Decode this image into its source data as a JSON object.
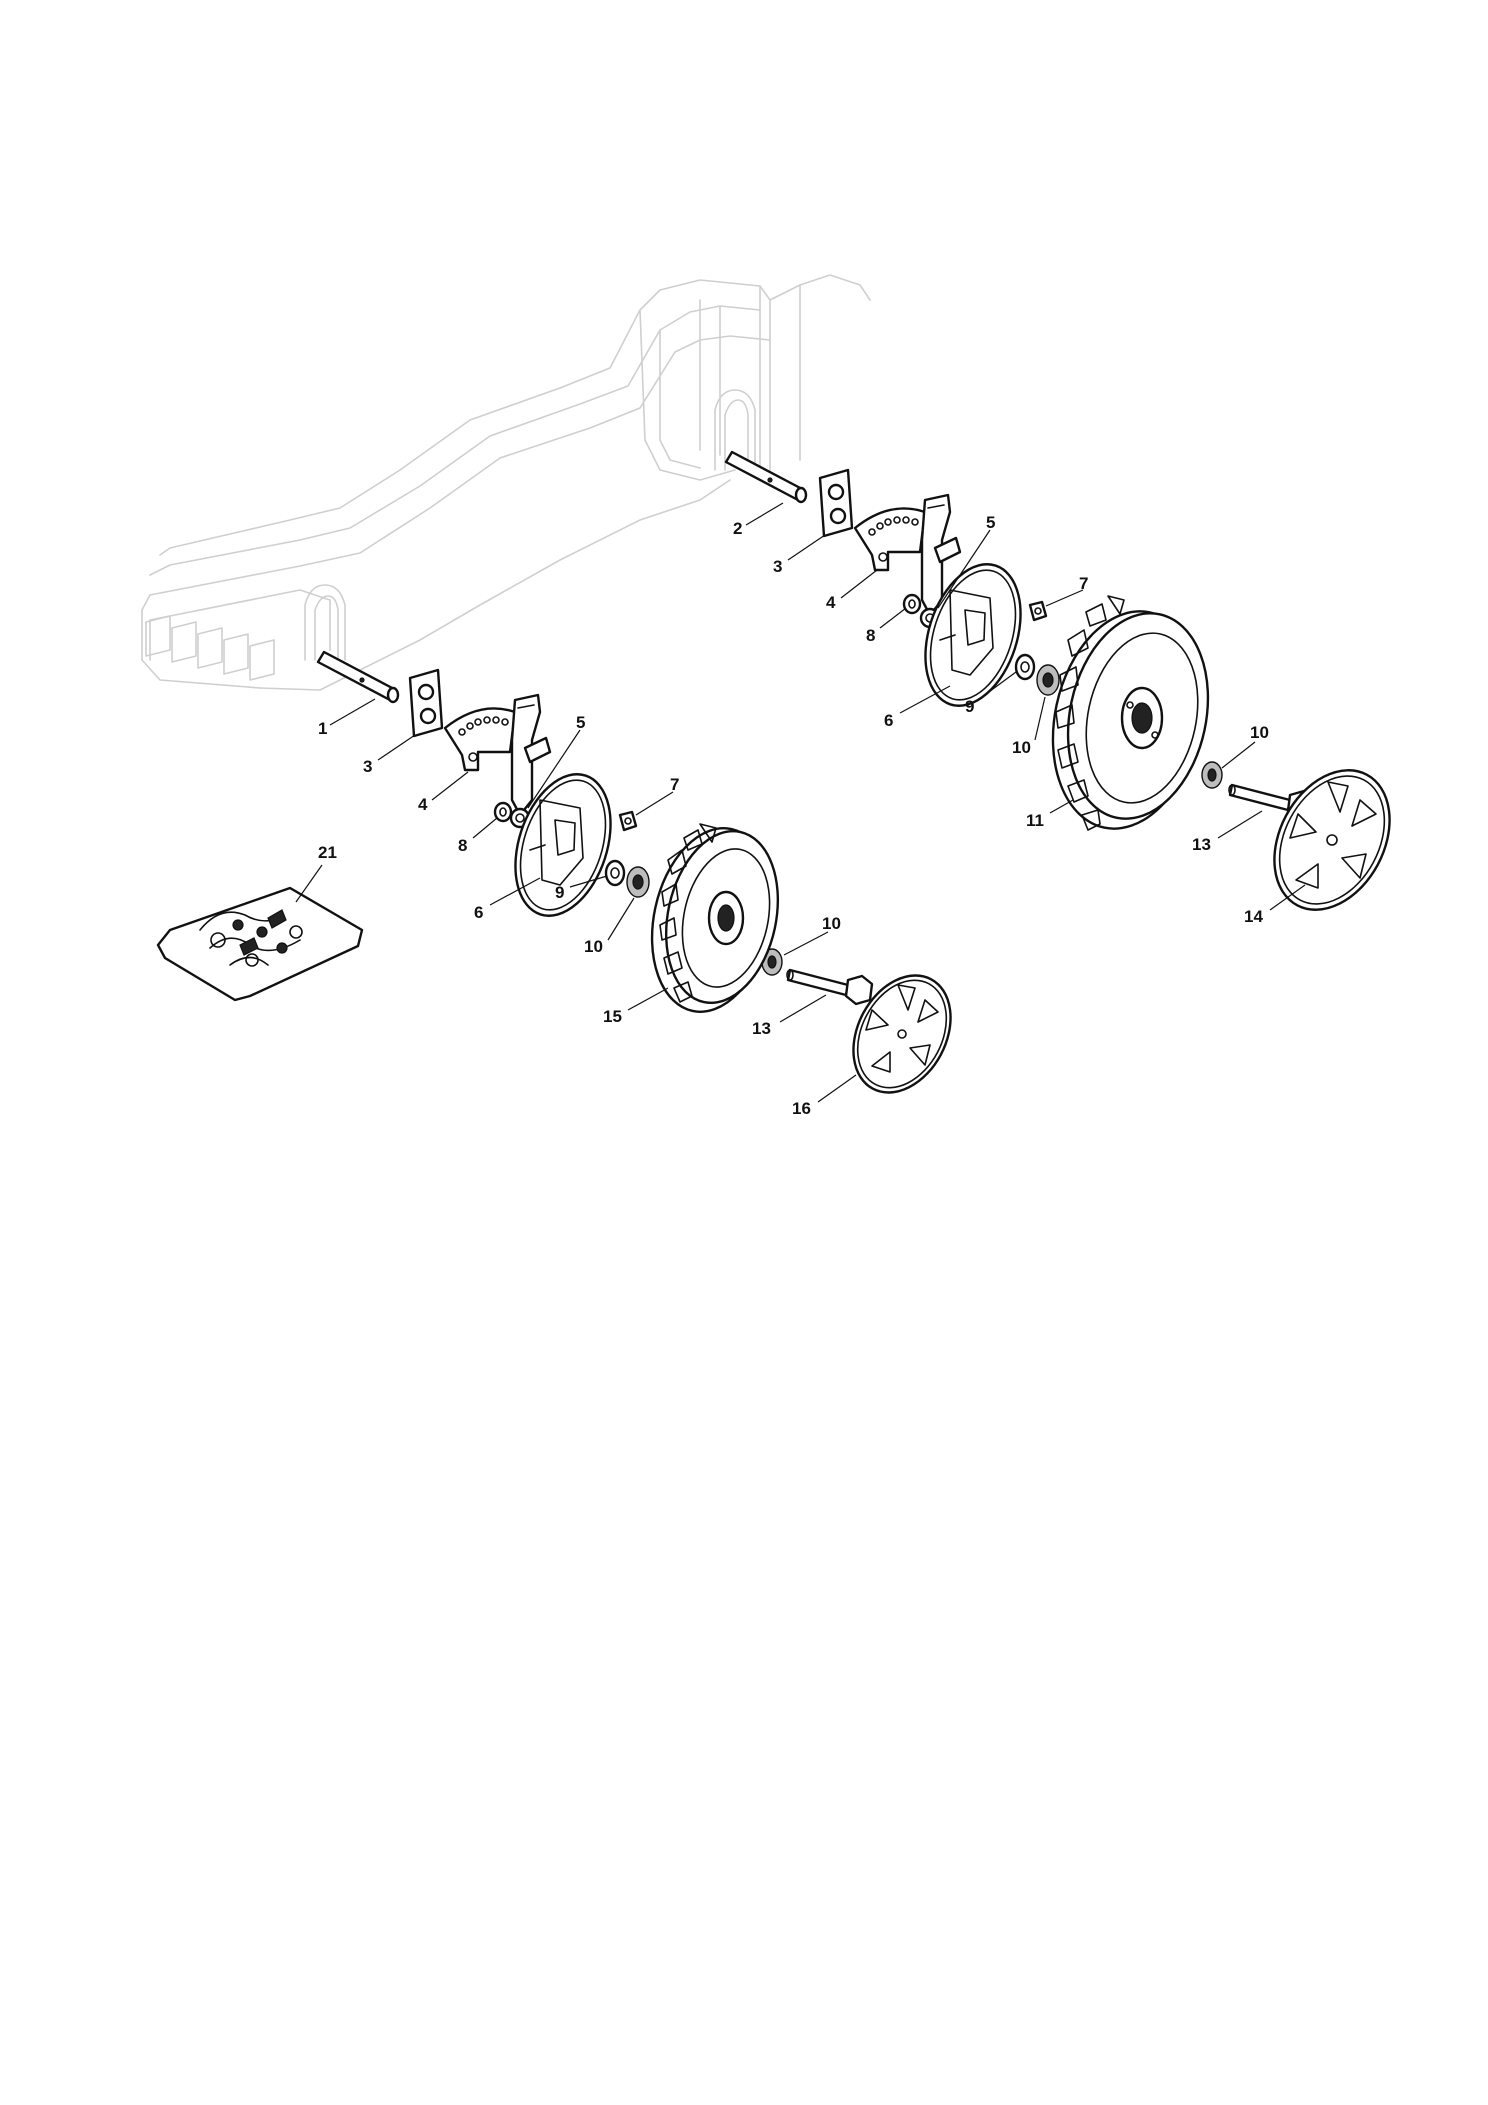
{
  "callouts": [
    {
      "id": "c1",
      "label": "1"
    },
    {
      "id": "c2",
      "label": "2"
    },
    {
      "id": "c3a",
      "label": "3"
    },
    {
      "id": "c3b",
      "label": "3"
    },
    {
      "id": "c4a",
      "label": "4"
    },
    {
      "id": "c4b",
      "label": "4"
    },
    {
      "id": "c5a",
      "label": "5"
    },
    {
      "id": "c5b",
      "label": "5"
    },
    {
      "id": "c6a",
      "label": "6"
    },
    {
      "id": "c6b",
      "label": "6"
    },
    {
      "id": "c7a",
      "label": "7"
    },
    {
      "id": "c7b",
      "label": "7"
    },
    {
      "id": "c8a",
      "label": "8"
    },
    {
      "id": "c8b",
      "label": "8"
    },
    {
      "id": "c9a",
      "label": "9"
    },
    {
      "id": "c9b",
      "label": "9"
    },
    {
      "id": "c10a",
      "label": "10"
    },
    {
      "id": "c10b",
      "label": "10"
    },
    {
      "id": "c10c",
      "label": "10"
    },
    {
      "id": "c10d",
      "label": "10"
    },
    {
      "id": "c11",
      "label": "11"
    },
    {
      "id": "c13a",
      "label": "13"
    },
    {
      "id": "c13b",
      "label": "13"
    },
    {
      "id": "c14",
      "label": "14"
    },
    {
      "id": "c15",
      "label": "15"
    },
    {
      "id": "c16",
      "label": "16"
    },
    {
      "id": "c21",
      "label": "21"
    }
  ]
}
